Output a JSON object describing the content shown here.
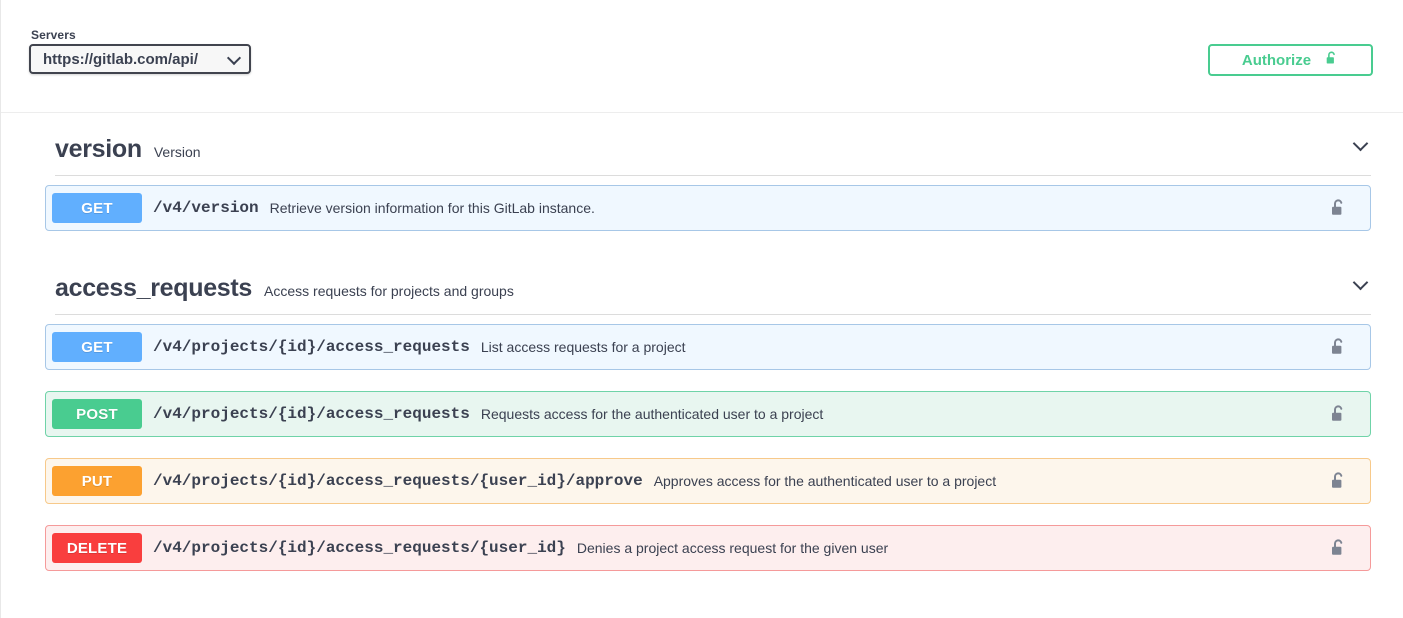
{
  "topbar": {
    "servers_label": "Servers",
    "server_value": "https://gitlab.com/api/",
    "authorize_label": "Authorize",
    "authorize_icon": "unlock-icon",
    "dropdown_icon": "chevron-down-icon"
  },
  "sections": [
    {
      "id": "version",
      "title": "version",
      "description": "Version",
      "chevron_icon": "chevron-down-icon",
      "operations": [
        {
          "method": "GET",
          "path": "/v4/version",
          "summary": "Retrieve version information for this GitLab instance.",
          "lock_icon": "unlock-icon",
          "style": "get"
        }
      ]
    },
    {
      "id": "access_requests",
      "title": "access_requests",
      "description": "Access requests for projects and groups",
      "chevron_icon": "chevron-down-icon",
      "operations": [
        {
          "method": "GET",
          "path": "/v4/projects/{id}/access_requests",
          "summary": "List access requests for a project",
          "lock_icon": "unlock-icon",
          "style": "get"
        },
        {
          "method": "POST",
          "path": "/v4/projects/{id}/access_requests",
          "summary": "Requests access for the authenticated user to a project",
          "lock_icon": "unlock-icon",
          "style": "post"
        },
        {
          "method": "PUT",
          "path": "/v4/projects/{id}/access_requests/{user_id}/approve",
          "summary": "Approves access for the authenticated user to a project",
          "lock_icon": "unlock-icon",
          "style": "put"
        },
        {
          "method": "DELETE",
          "path": "/v4/projects/{id}/access_requests/{user_id}",
          "summary": "Denies a project access request for the given user",
          "lock_icon": "unlock-icon",
          "style": "delete"
        }
      ]
    }
  ],
  "colors": {
    "get": "#61affe",
    "post": "#49cc90",
    "put": "#fca130",
    "delete": "#f93e3e",
    "authorize": "#49cc90",
    "text": "#3b4151"
  }
}
